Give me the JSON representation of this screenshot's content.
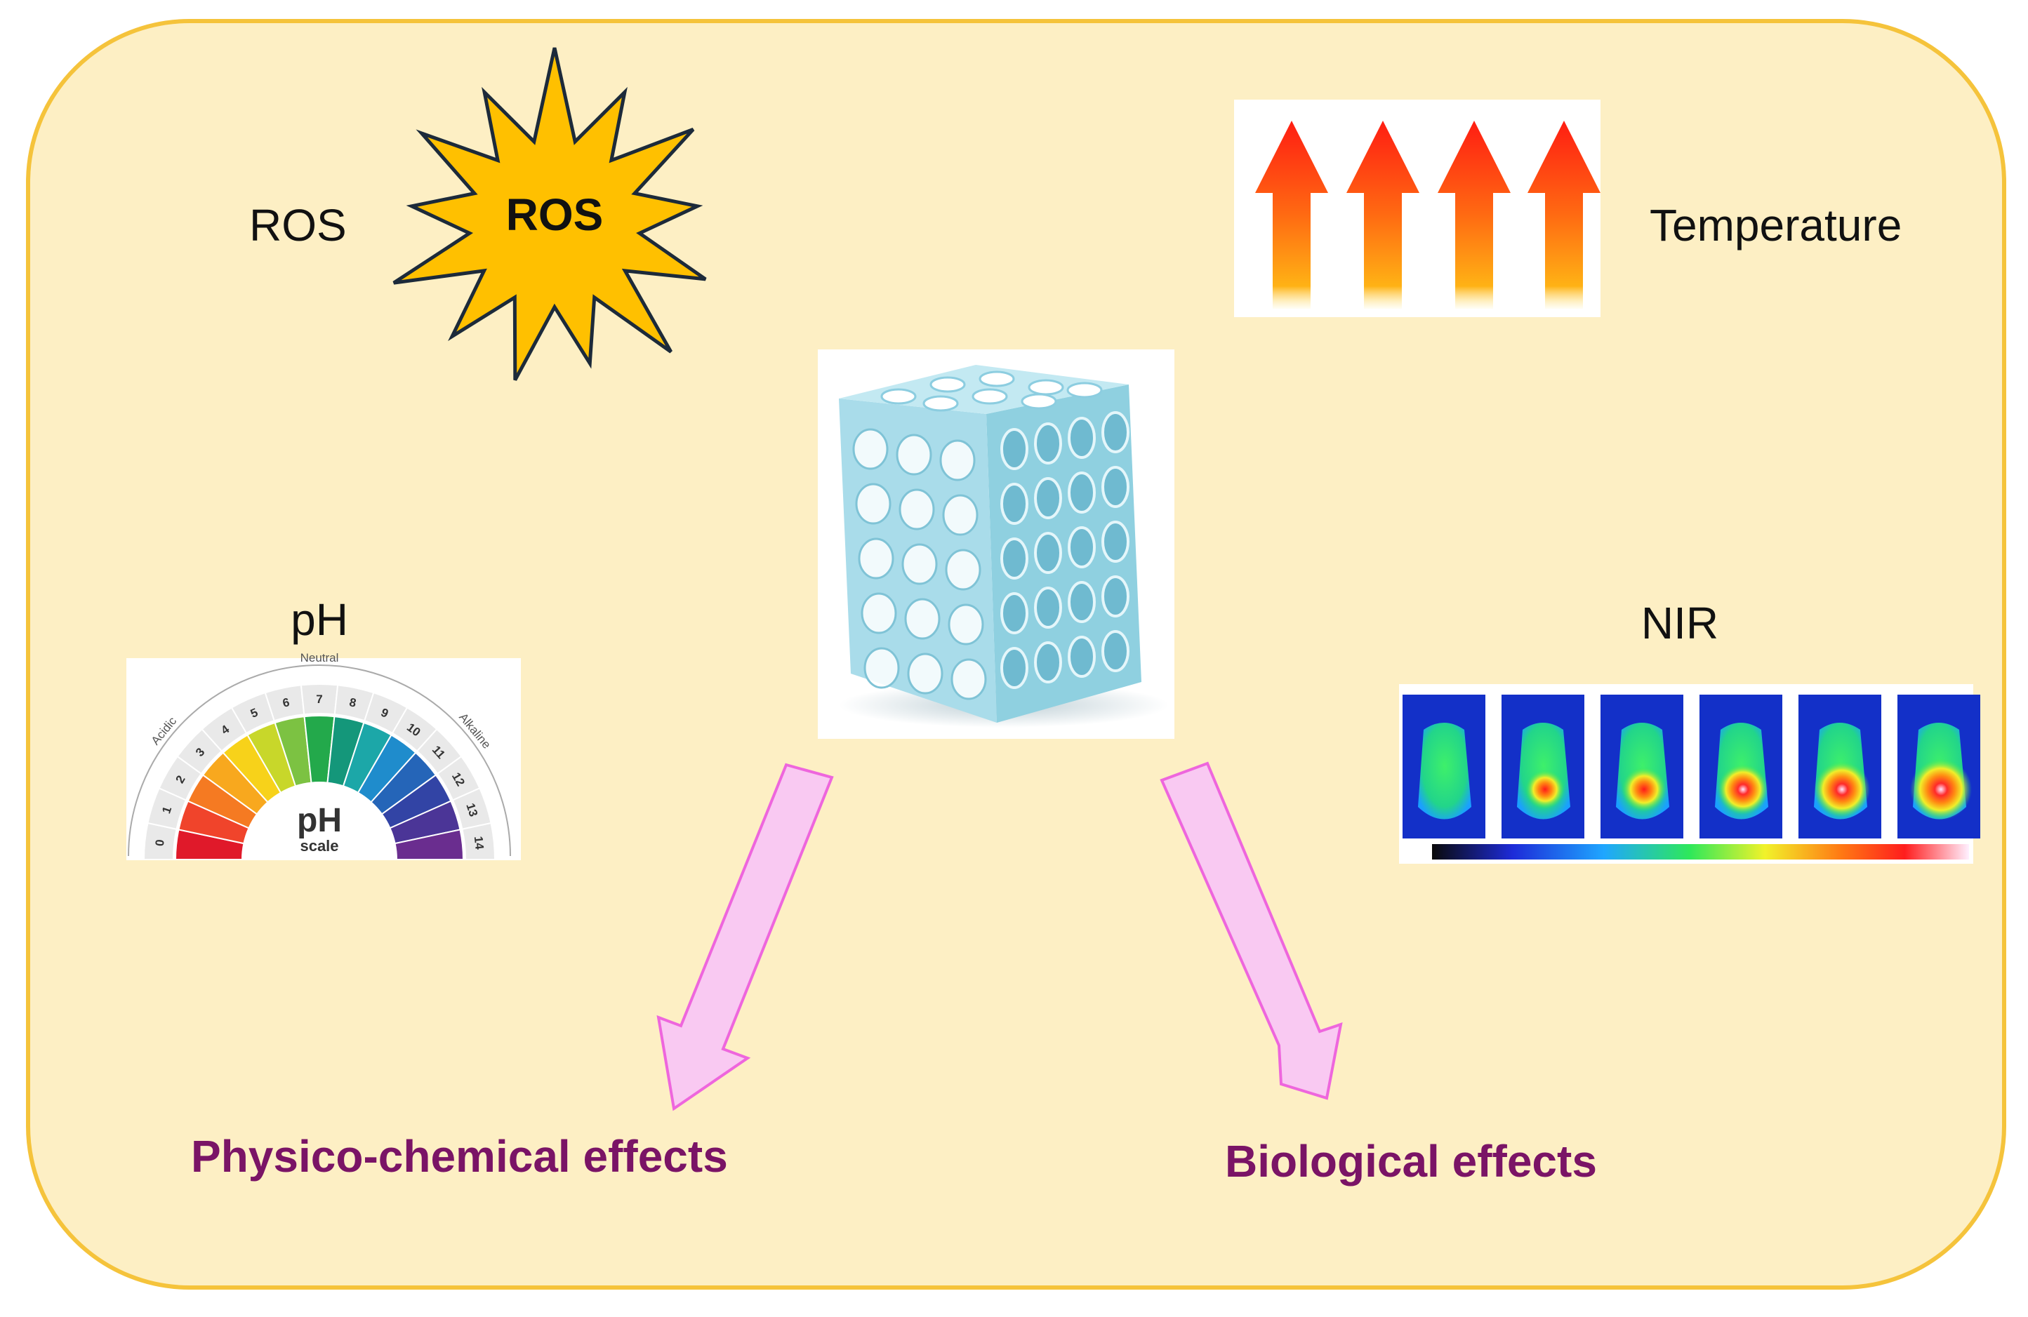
{
  "labels": {
    "ros_side": "ROS",
    "ros_burst": "ROS",
    "temperature": "Temperature",
    "ph": "pH",
    "nir": "NIR",
    "physico_chemical": "Physico-chemical effects",
    "biological": "Biological effects"
  },
  "ph_scale": {
    "numbers": [
      "0",
      "1",
      "2",
      "3",
      "4",
      "5",
      "6",
      "7",
      "8",
      "9",
      "10",
      "11",
      "12",
      "13",
      "14"
    ],
    "neutral": "Neutral",
    "acidic": "Acidic",
    "alkaline": "Alkaline",
    "center": "pH",
    "center_sub": "scale"
  },
  "colors": {
    "panel_fill": "#fdefc4",
    "panel_border": "#f5c33b",
    "burst_fill": "#ffc000",
    "effect_text": "#7a1466",
    "arrow_fill": "#f9c9f2",
    "arrow_stroke": "#ee66dd",
    "scaffold": "#9fd8e6"
  },
  "icons": {
    "burst": "starburst-icon",
    "heat": "heat-arrows-icon",
    "ph": "ph-scale-gauge",
    "nir": "nir-thermal-images",
    "scaffold": "porous-scaffold-cube"
  }
}
